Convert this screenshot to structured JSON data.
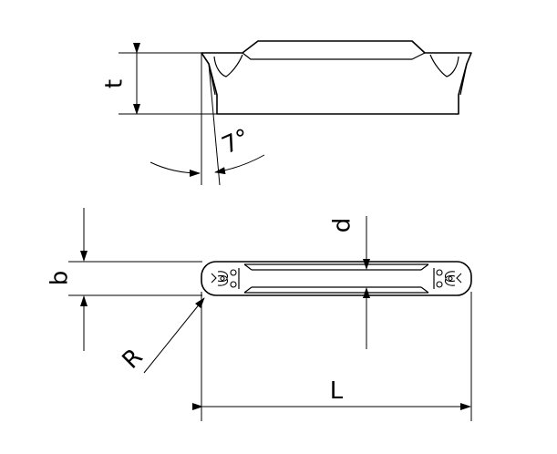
{
  "drawing": {
    "labels": {
      "thickness": "t",
      "clearance_angle": "7°",
      "width": "b",
      "depth": "d",
      "radius": "R",
      "length": "L"
    }
  }
}
